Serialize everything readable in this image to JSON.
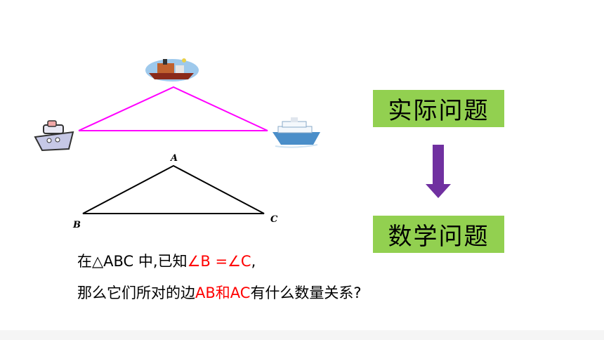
{
  "slide": {
    "label_real_problem": "实际问题",
    "label_math_problem": "数学问题",
    "vertex_a": "A",
    "vertex_b": "B",
    "vertex_c": "C",
    "text_line1": {
      "part1": "在△ABC 中,已知",
      "part2": "∠B =∠C",
      "part3": ","
    },
    "text_line2": {
      "part1": "那么它们所对的边",
      "part2": "AB和AC",
      "part3": "有什么数量关系?"
    }
  },
  "colors": {
    "box_fill": "#92d050",
    "magenta_line": "#ff00ff",
    "arrow_fill": "#7030a0",
    "highlight": "#ff0000"
  }
}
